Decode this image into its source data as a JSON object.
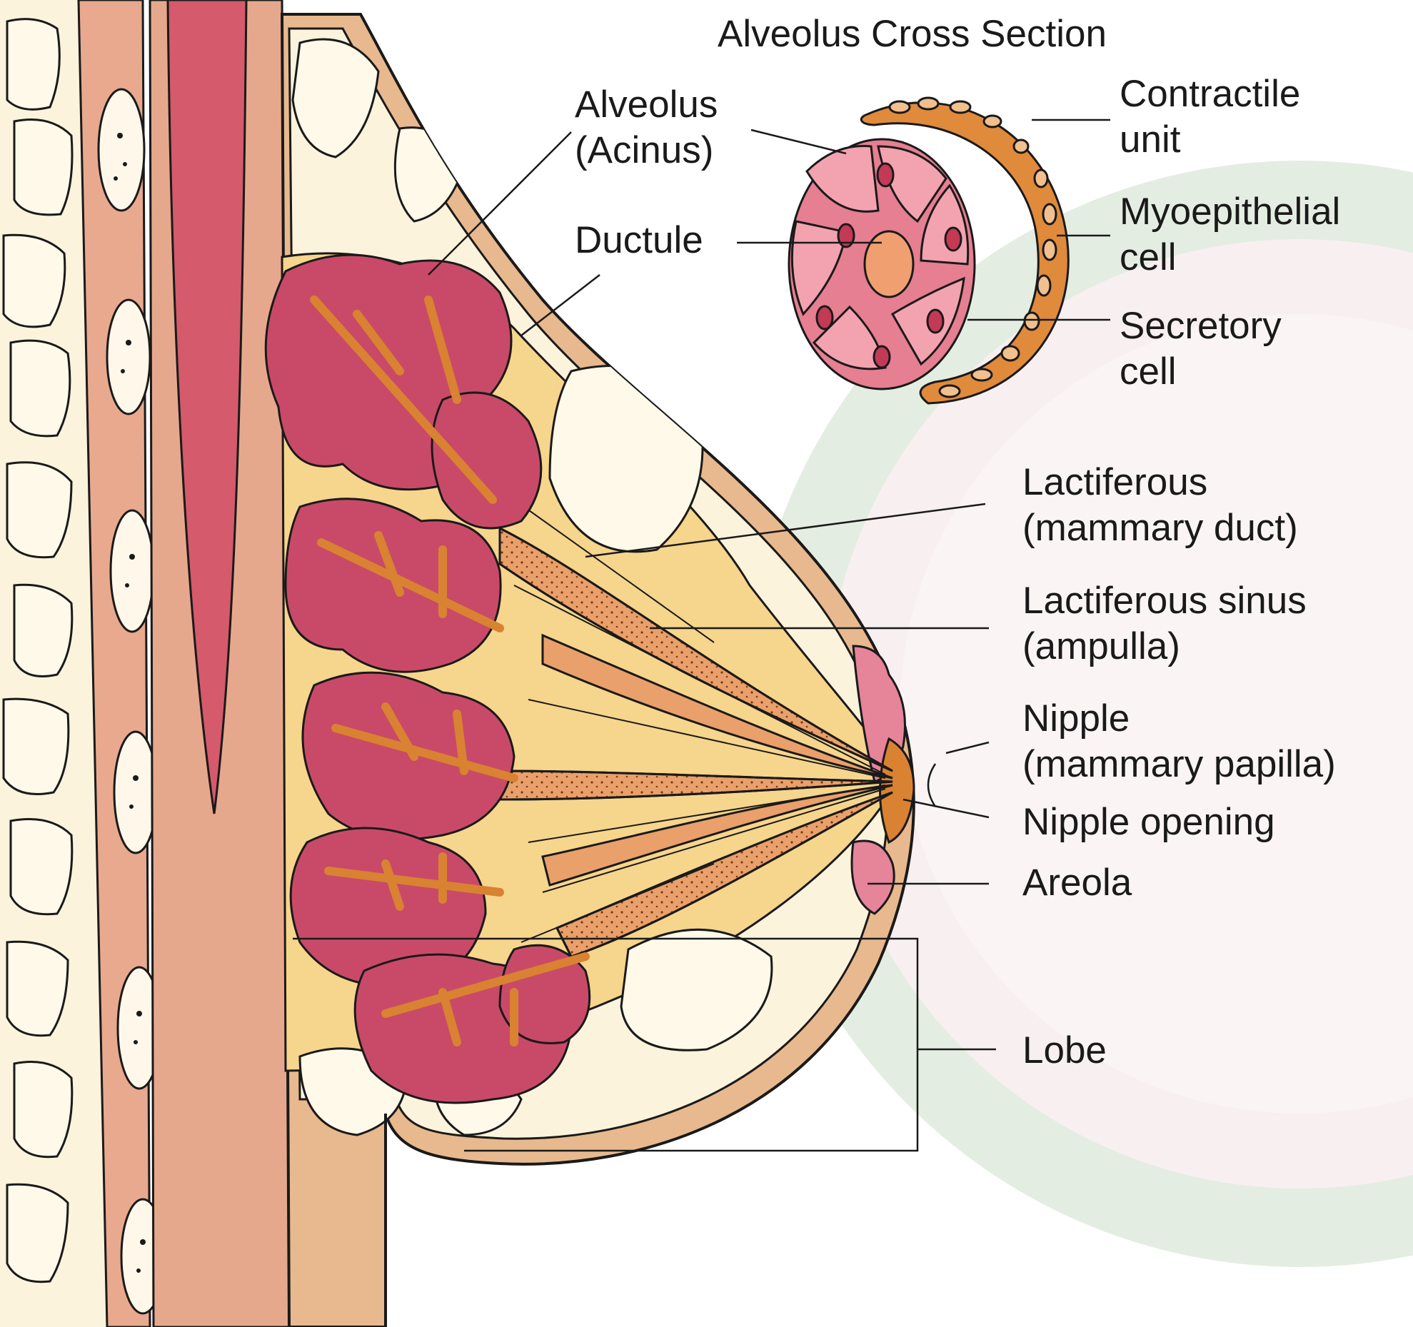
{
  "figure": {
    "background": "#ffffff",
    "palette": {
      "skin": "#e8b98e",
      "skin_light": "#f3d2b0",
      "fat": "#fbf3dc",
      "muscle": "#d45a6c",
      "lobule": "#c94a68",
      "duct": "#d98232",
      "tissue": "#f6d58c",
      "watermark": "#c9ddc6",
      "watermark_red": "#f1dadf",
      "outline": "#1a1a1a"
    },
    "icons": [
      "breast-anatomy",
      "alveolus-cross-section"
    ]
  },
  "inset": {
    "title": "Alveolus Cross Section"
  },
  "labels": {
    "alveolus": [
      "Alveolus",
      "(Acinus)"
    ],
    "ductule": [
      "Ductule"
    ],
    "contractile_unit": [
      "Contractile",
      "unit"
    ],
    "myoepithelial_cell": [
      "Myoepithelial",
      "cell"
    ],
    "secretory_cell": [
      "Secretory",
      "cell"
    ],
    "lactiferous_duct": [
      "Lactiferous",
      "(mammary duct)"
    ],
    "lactiferous_sinus": [
      "Lactiferous sinus",
      "(ampulla)"
    ],
    "nipple": [
      "Nipple",
      "(mammary papilla)"
    ],
    "nipple_opening": [
      "Nipple opening"
    ],
    "areola": [
      "Areola"
    ],
    "lobe": [
      "Lobe"
    ]
  }
}
